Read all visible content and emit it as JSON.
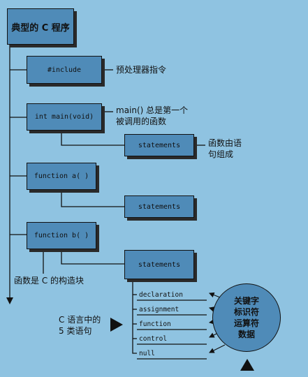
{
  "diagram": {
    "title": "典型的 C 程序",
    "boxes": {
      "include": "#include",
      "main": "int main(void)",
      "statements1": "statements",
      "function_a": "function a( )",
      "statements2": "statements",
      "function_b": "function b( )",
      "statements3": "statements"
    },
    "annotations": {
      "preprocessor": "预处理器指令",
      "main_first_1": "main() 总是第一个",
      "main_first_2": "被调用的函数",
      "made_of_1": "函数由语",
      "made_of_2": "句组成",
      "building_blocks": "函数是 C 的构造块",
      "five_kinds_1": "C 语言中的",
      "five_kinds_2": "5 类语句"
    },
    "statement_types": [
      "declaration",
      "assignment",
      "function",
      "control",
      "null"
    ],
    "circle": [
      "关键字",
      "标识符",
      "运算符",
      "数据"
    ]
  }
}
